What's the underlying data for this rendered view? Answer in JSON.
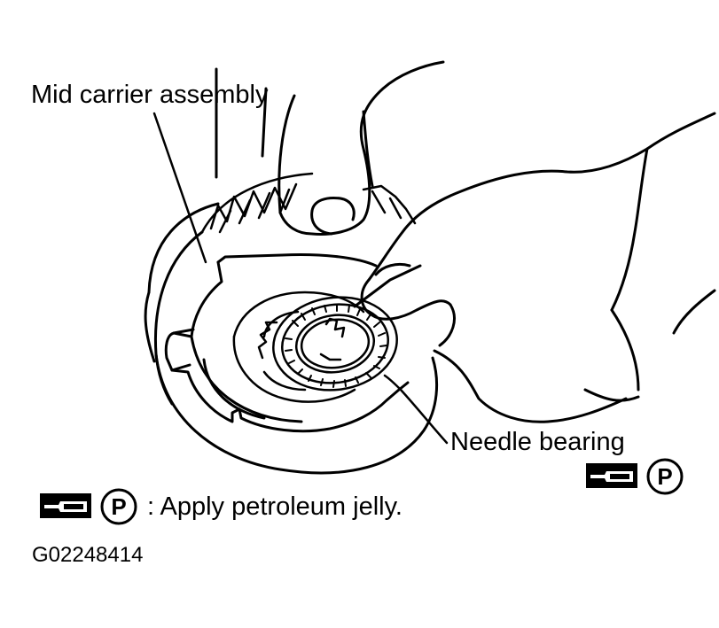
{
  "labels": {
    "mid_carrier": "Mid carrier assembly",
    "needle_bearing": "Needle bearing",
    "legend_text": ": Apply petroleum jelly.",
    "figure_id": "G02248414"
  },
  "symbols": {
    "grease_symbol_letter": "P",
    "icons": [
      "grease-gun-icon",
      "petroleum-jelly-p-icon"
    ]
  },
  "colors": {
    "ink": "#000000",
    "paper": "#ffffff"
  }
}
